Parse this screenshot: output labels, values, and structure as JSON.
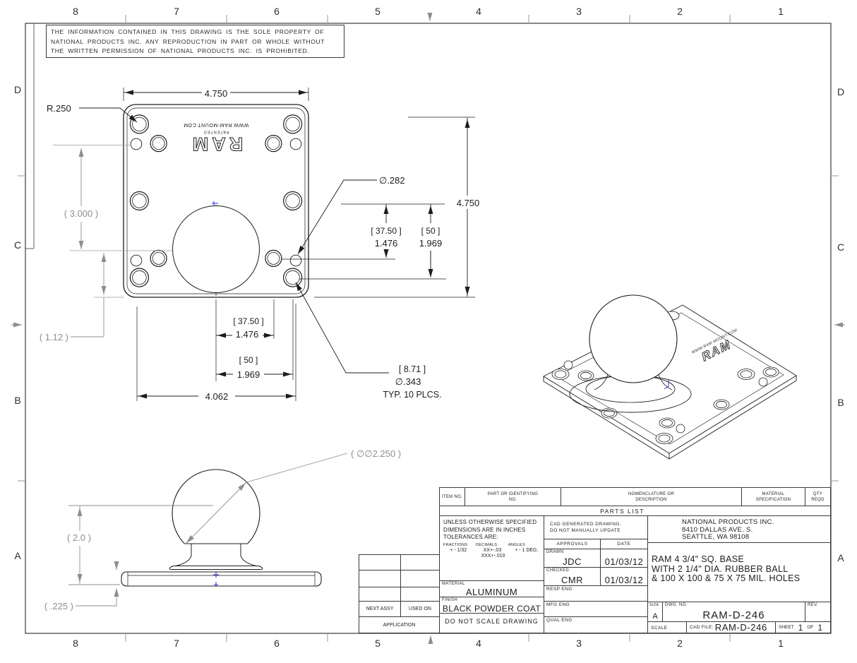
{
  "sheet": {
    "zone_cols": [
      "8",
      "7",
      "6",
      "5",
      "4",
      "3",
      "2",
      "1"
    ],
    "zone_rows": [
      "D",
      "C",
      "B",
      "A"
    ],
    "notice_lines": [
      "THE INFORMATION CONTAINED IN THIS DRAWING IS THE SOLE PROPERTY OF",
      "NATIONAL PRODUCTS INC. ANY REPRODUCTION IN PART OR WHOLE WITHOUT",
      "THE WRITTEN PERMISSION OF NATIONAL PRODUCTS INC. IS PROHIBITED."
    ]
  },
  "top_view": {
    "brand": "RAM",
    "patented": "PATENTED",
    "brand_url": "WWW.RAM-MOUNT.COM",
    "dim_width_top": "4.750",
    "dim_corner_radius": "R.250",
    "dim_hole_small": "∅.282",
    "dim_height_right": "4.750",
    "dim_ref_vertical": "( 3.000 )",
    "dim_ref_offset": "( 1.12 )",
    "dim_v75_mm": "[ 37.50 ]",
    "dim_v75_in": "1.476",
    "dim_v100_mm": "[ 50 ]",
    "dim_v100_in": "1.969",
    "dim_h75_mm": "[ 37.50 ]",
    "dim_h75_in": "1.476",
    "dim_h100_mm": "[ 50 ]",
    "dim_h100_in": "1.969",
    "dim_width_bottom": "4.062",
    "hole_note_mm": "[ 8.71 ]",
    "hole_note_dia": "∅.343",
    "hole_note_qty": "TYP. 10 PLCS."
  },
  "side_view": {
    "dim_ball_dia": "( ∅∅2.250 )",
    "dim_height": "( 2.0 )",
    "dim_thickness": "( .225 )"
  },
  "iso_view": {
    "brand": "RAM",
    "brand_url": "WWW.RAM-MOUNT.COM"
  },
  "title_block": {
    "col_item": "ITEM NO.",
    "col_part": "PART OR IDENTIFYING NO.",
    "col_nomen": "NOMENCLATURE OR DESCRIPTION",
    "col_matspec": "MATERIAL SPECIFICATION",
    "col_qty": "QTY REQD",
    "parts_list": "PARTS LIST",
    "tol_l1": "UNLESS OTHERWISE SPECIFIED",
    "tol_l2": "DIMENSIONS ARE IN INCHES",
    "tol_l3": "TOLERANCES ARE:",
    "tol_h1": "FRACTIONS",
    "tol_h2": "DECIMALS",
    "tol_h3": "ANGLES",
    "tol_v1": "+ - 1/32",
    "tol_v2": "XX+-.03",
    "tol_v3": "+ - 1 DEG.",
    "tol_v4": "XXX+-.010",
    "cad_note_1": "CAD GENERATED DRAWING,",
    "cad_note_2": "DO NOT MANUALLY UPDATE",
    "approvals": "APPROVALS",
    "date": "DATE",
    "drawn_label": "DRAWN",
    "drawn_by": "JDC",
    "drawn_date": "01/03/12",
    "checked_label": "CHECKED",
    "checked_by": "CMR",
    "checked_date": "01/03/12",
    "resp_eng": "RESP ENG",
    "mfg_eng": "MFG ENG",
    "qual_eng": "QUAL ENG",
    "material_label": "MATERIAL",
    "material": "ALUMINUM",
    "finish_label": "FINISH",
    "finish": "BLACK POWDER COAT",
    "no_scale": "DO NOT SCALE DRAWING",
    "next_assy": "NEXT ASSY",
    "used_on": "USED ON",
    "application": "APPLICATION",
    "company_line1": "NATIONAL PRODUCTS INC.",
    "company_line2": "8410 DALLAS AVE. S.",
    "company_line3": "SEATTLE, WA 98108",
    "title_line1": "RAM 4 3/4\" SQ. BASE",
    "title_line2": "WITH 2 1/4\" DIA. RUBBER BALL",
    "title_line3": "& 100 X 100 & 75 X 75 MIL. HOLES",
    "size_label": "SIZE",
    "size_value": "A",
    "dwg_label": "DWG. NO.",
    "dwg_no": "RAM-D-246",
    "rev_label": "REV.",
    "scale_label": "SCALE",
    "cad_file_label": "CAD FILE:",
    "cad_file": "RAM-D-246",
    "sheet_label": "SHEET",
    "sheet_no": "1",
    "of_label": "OF",
    "sheet_total": "1"
  }
}
